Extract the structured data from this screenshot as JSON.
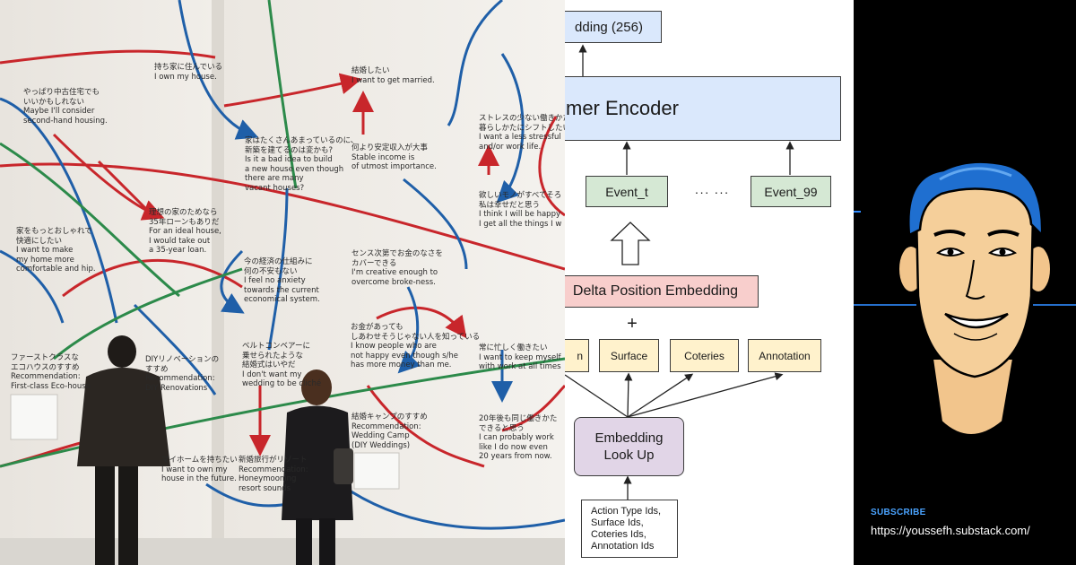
{
  "photo": {
    "labels": [
      {
        "text": "持ち家に住んでいる\nI own my house."
      },
      {
        "text": "やっぱり中古住宅でも\nいいかもしれない\nMaybe I'll consider\nsecond-hand housing."
      },
      {
        "text": "家はたくさんあまっているのに、\n新築を建てるのは変かも?\nIs it a bad idea to build\na new house even though\nthere are many\nvacant houses?"
      },
      {
        "text": "結婚したい\nI want to get married."
      },
      {
        "text": "ストレスの少ない働きかた\n暮らしかたにシフトしたい\nI want a less stressful\nand/or work life."
      },
      {
        "text": "何より安定収入が大事\nStable income is\nof utmost importance."
      },
      {
        "text": "理想の家のためなら\n35年ローンもありだ\nFor an ideal house,\nI would take out\na 35-year loan."
      },
      {
        "text": "家をもっとおしゃれで\n快適にしたい\nI want to make\nmy home more\ncomfortable and hip."
      },
      {
        "text": "欲しいモノがすべてそろ\n私は幸せだと思う\nI think I will be happy\nI get all the things I w"
      },
      {
        "text": "今の経済の仕組みに\n何の不安もない\nI feel no anxiety\ntowards the current\neconomical system."
      },
      {
        "text": "センス次第でお金のなさを\nカバーできる\nI'm creative enough to\novercome broke-ness."
      },
      {
        "text": "お金があっても\nしあわせそうじゃない人を知っている\nI know people who are\nnot happy even though s/he\nhas more money than me."
      },
      {
        "text": "常に忙しく働きたい\nI want to keep myself\nwith work at all times"
      },
      {
        "text": "ファーストクラスな\nエコハウスのすすめ\nRecommendation:\nFirst-class Eco-house"
      },
      {
        "text": "DIYリノベーションの\nすすめ\nRecommendation:\nDIY Renovations"
      },
      {
        "text": "ベルトコンベアーに\n乗せられたような\n結婚式はいやだ\nI don't want my\nwedding to be cliché"
      },
      {
        "text": "結婚キャンプのすすめ\nRecommendation:\nWedding Camp\n(DIY Weddings)"
      },
      {
        "text": "20年後も同じ働きかた\nできると思う\nI can probably work\nlike I do now even\n20 years from now."
      },
      {
        "text": "新婚旅行がリゾート\nRecommendation:\nHoneymooning\nresort sounds"
      },
      {
        "text": "マイホームを持ちたい\nI want to own my\nhouse in the future."
      }
    ]
  },
  "diagram": {
    "top_box": "dding (256)",
    "encoder_box": "mer Encoder",
    "event_t": "Event_t",
    "ellipsis": "··· ···",
    "event_99": "Event_99",
    "delta_box": "Delta Position Embedding",
    "plus": "+",
    "feature_first": "n",
    "surface": "Surface",
    "coteries": "Coteries",
    "annotation": "Annotation",
    "embedding_lookup": "Embedding\nLook Up",
    "ids_box": "Action Type Ids,\nSurface Ids,\nCoteries Ids,\nAnnotation Ids"
  },
  "subscribe": {
    "label": "SUBSCRIBE",
    "url": "https://youssefh.substack.com/"
  },
  "colors": {
    "top_box": "#dae8fc",
    "encoder_box": "#dae8fc",
    "event_box": "#d5e8d4",
    "delta_box": "#f8cecc",
    "feature_box": "#fff2cc",
    "lookup_box": "#e1d5e7",
    "accent": "#4aa3ff"
  }
}
